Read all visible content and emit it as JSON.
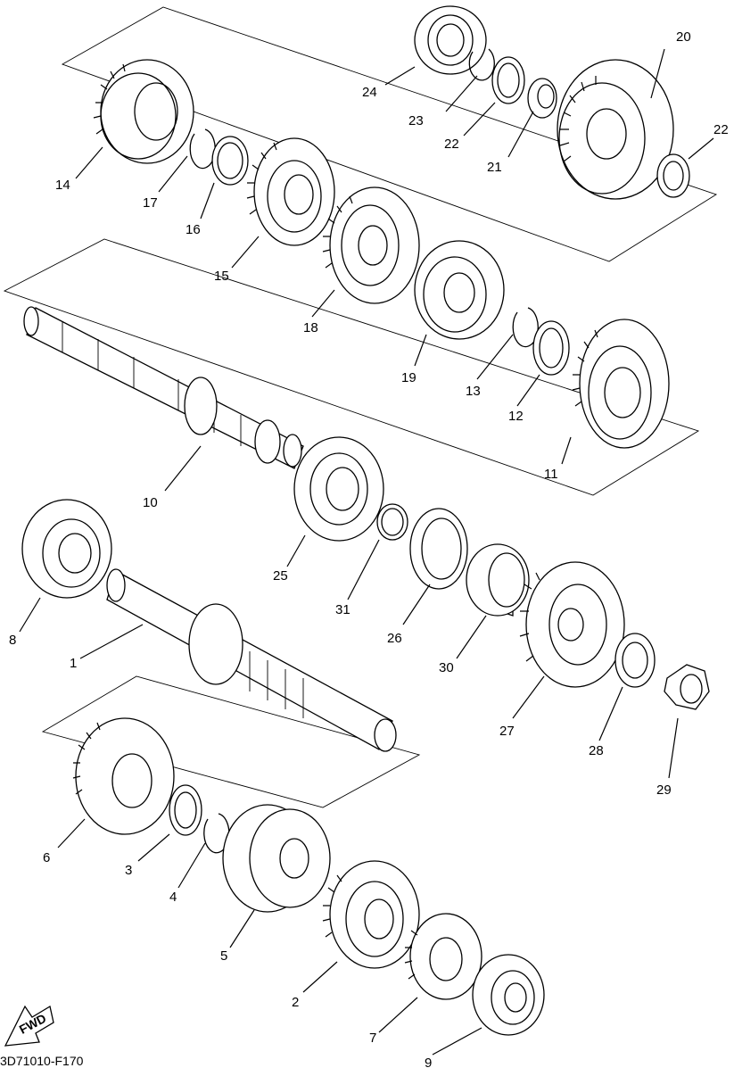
{
  "diagram_code": "3D71010-F170",
  "fwd_label": "FWD",
  "callouts": [
    "1",
    "2",
    "3",
    "4",
    "5",
    "6",
    "7",
    "8",
    "9",
    "10",
    "11",
    "12",
    "13",
    "14",
    "15",
    "16",
    "17",
    "18",
    "19",
    "20",
    "21",
    "22",
    "22",
    "23",
    "24",
    "25",
    "26",
    "27",
    "28",
    "29",
    "30",
    "31"
  ]
}
